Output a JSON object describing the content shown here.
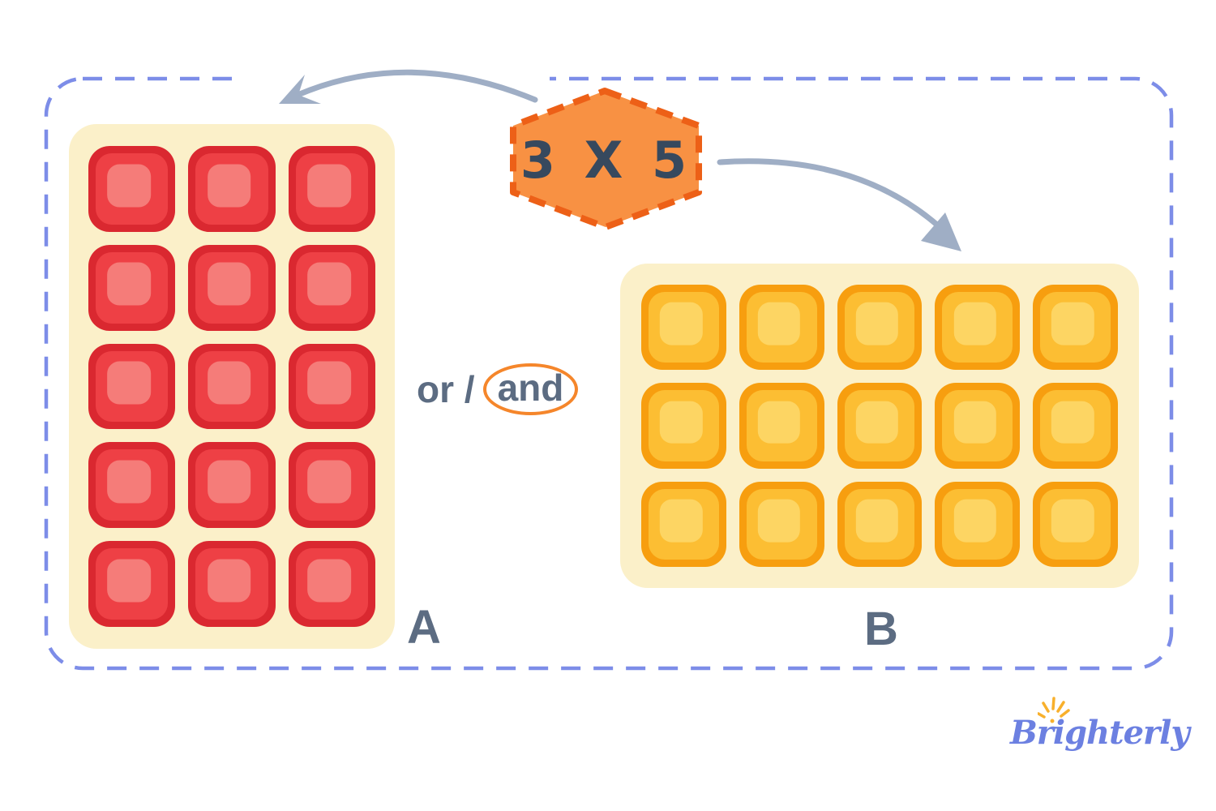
{
  "expression": {
    "label": "3 X 5"
  },
  "arrays": {
    "a": {
      "label": "A",
      "rows": 5,
      "columns": 3,
      "tile_count": 15,
      "tile_color": "red"
    },
    "b": {
      "label": "B",
      "rows": 3,
      "columns": 5,
      "tile_count": 15,
      "tile_color": "yellow"
    }
  },
  "connector": {
    "prefix": "or /",
    "circled": "and"
  },
  "logo": {
    "text": "Brighterly"
  },
  "colors": {
    "boundary_dash": "#7D8DE8",
    "panel_background": "#FBF0C9",
    "red_tile_outer": "#DA2830",
    "red_tile_mid": "#EE4045",
    "red_tile_core": "#F57C79",
    "yellow_tile_outer": "#F79E0F",
    "yellow_tile_mid": "#FCBE33",
    "yellow_tile_core": "#FDD563",
    "badge_fill": "#F89143",
    "badge_border": "#ED6017",
    "badge_text": "#37495E",
    "arrow": "#9FAEC5",
    "text_slate": "#5C6C82",
    "ellipse_stroke": "#F5862B",
    "logo_blue": "#6C80E1",
    "logo_sun": "#F8B02C"
  }
}
